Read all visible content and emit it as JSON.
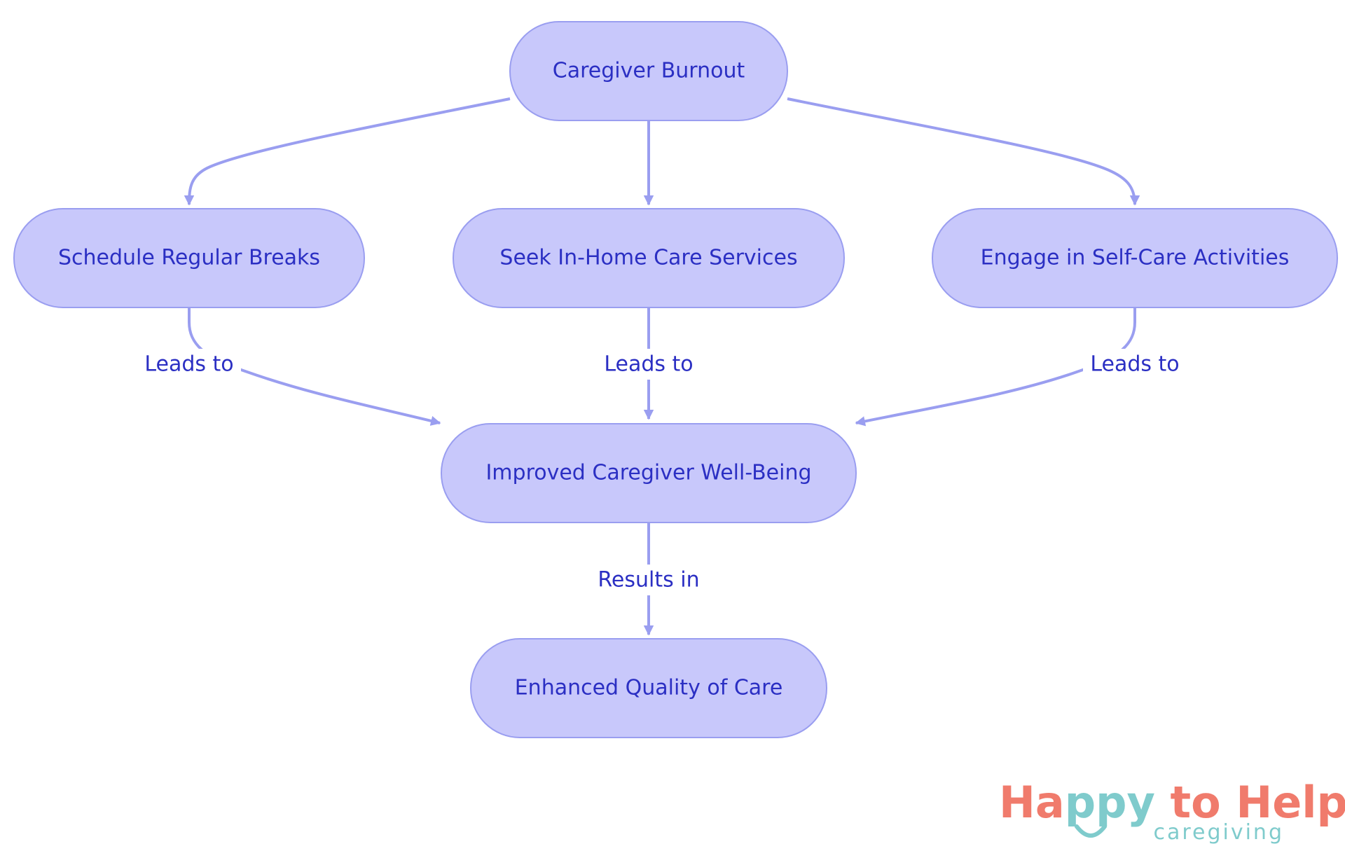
{
  "diagram": {
    "nodes": {
      "burnout": "Caregiver Burnout",
      "breaks": "Schedule Regular Breaks",
      "in_home": "Seek In-Home Care Services",
      "self_care": "Engage in Self-Care Activities",
      "well_being": "Improved Caregiver Well-Being",
      "quality": "Enhanced Quality of Care"
    },
    "edge_labels": {
      "breaks_to_well_being": "Leads to",
      "in_home_to_well_being": "Leads to",
      "self_care_to_well_being": "Leads to",
      "well_being_to_quality": "Results in"
    },
    "colors": {
      "node_fill": "#c8c8fb",
      "node_stroke": "#9a9ef0",
      "text": "#2b2fc3",
      "edge": "#9a9ef0"
    }
  },
  "logo": {
    "brand_part1": "Ha",
    "brand_part2": "ppy",
    "brand_part3": " to Help",
    "tagline": "caregiving",
    "colors": {
      "coral": "#f07b6c",
      "teal": "#7fcbcc"
    }
  }
}
